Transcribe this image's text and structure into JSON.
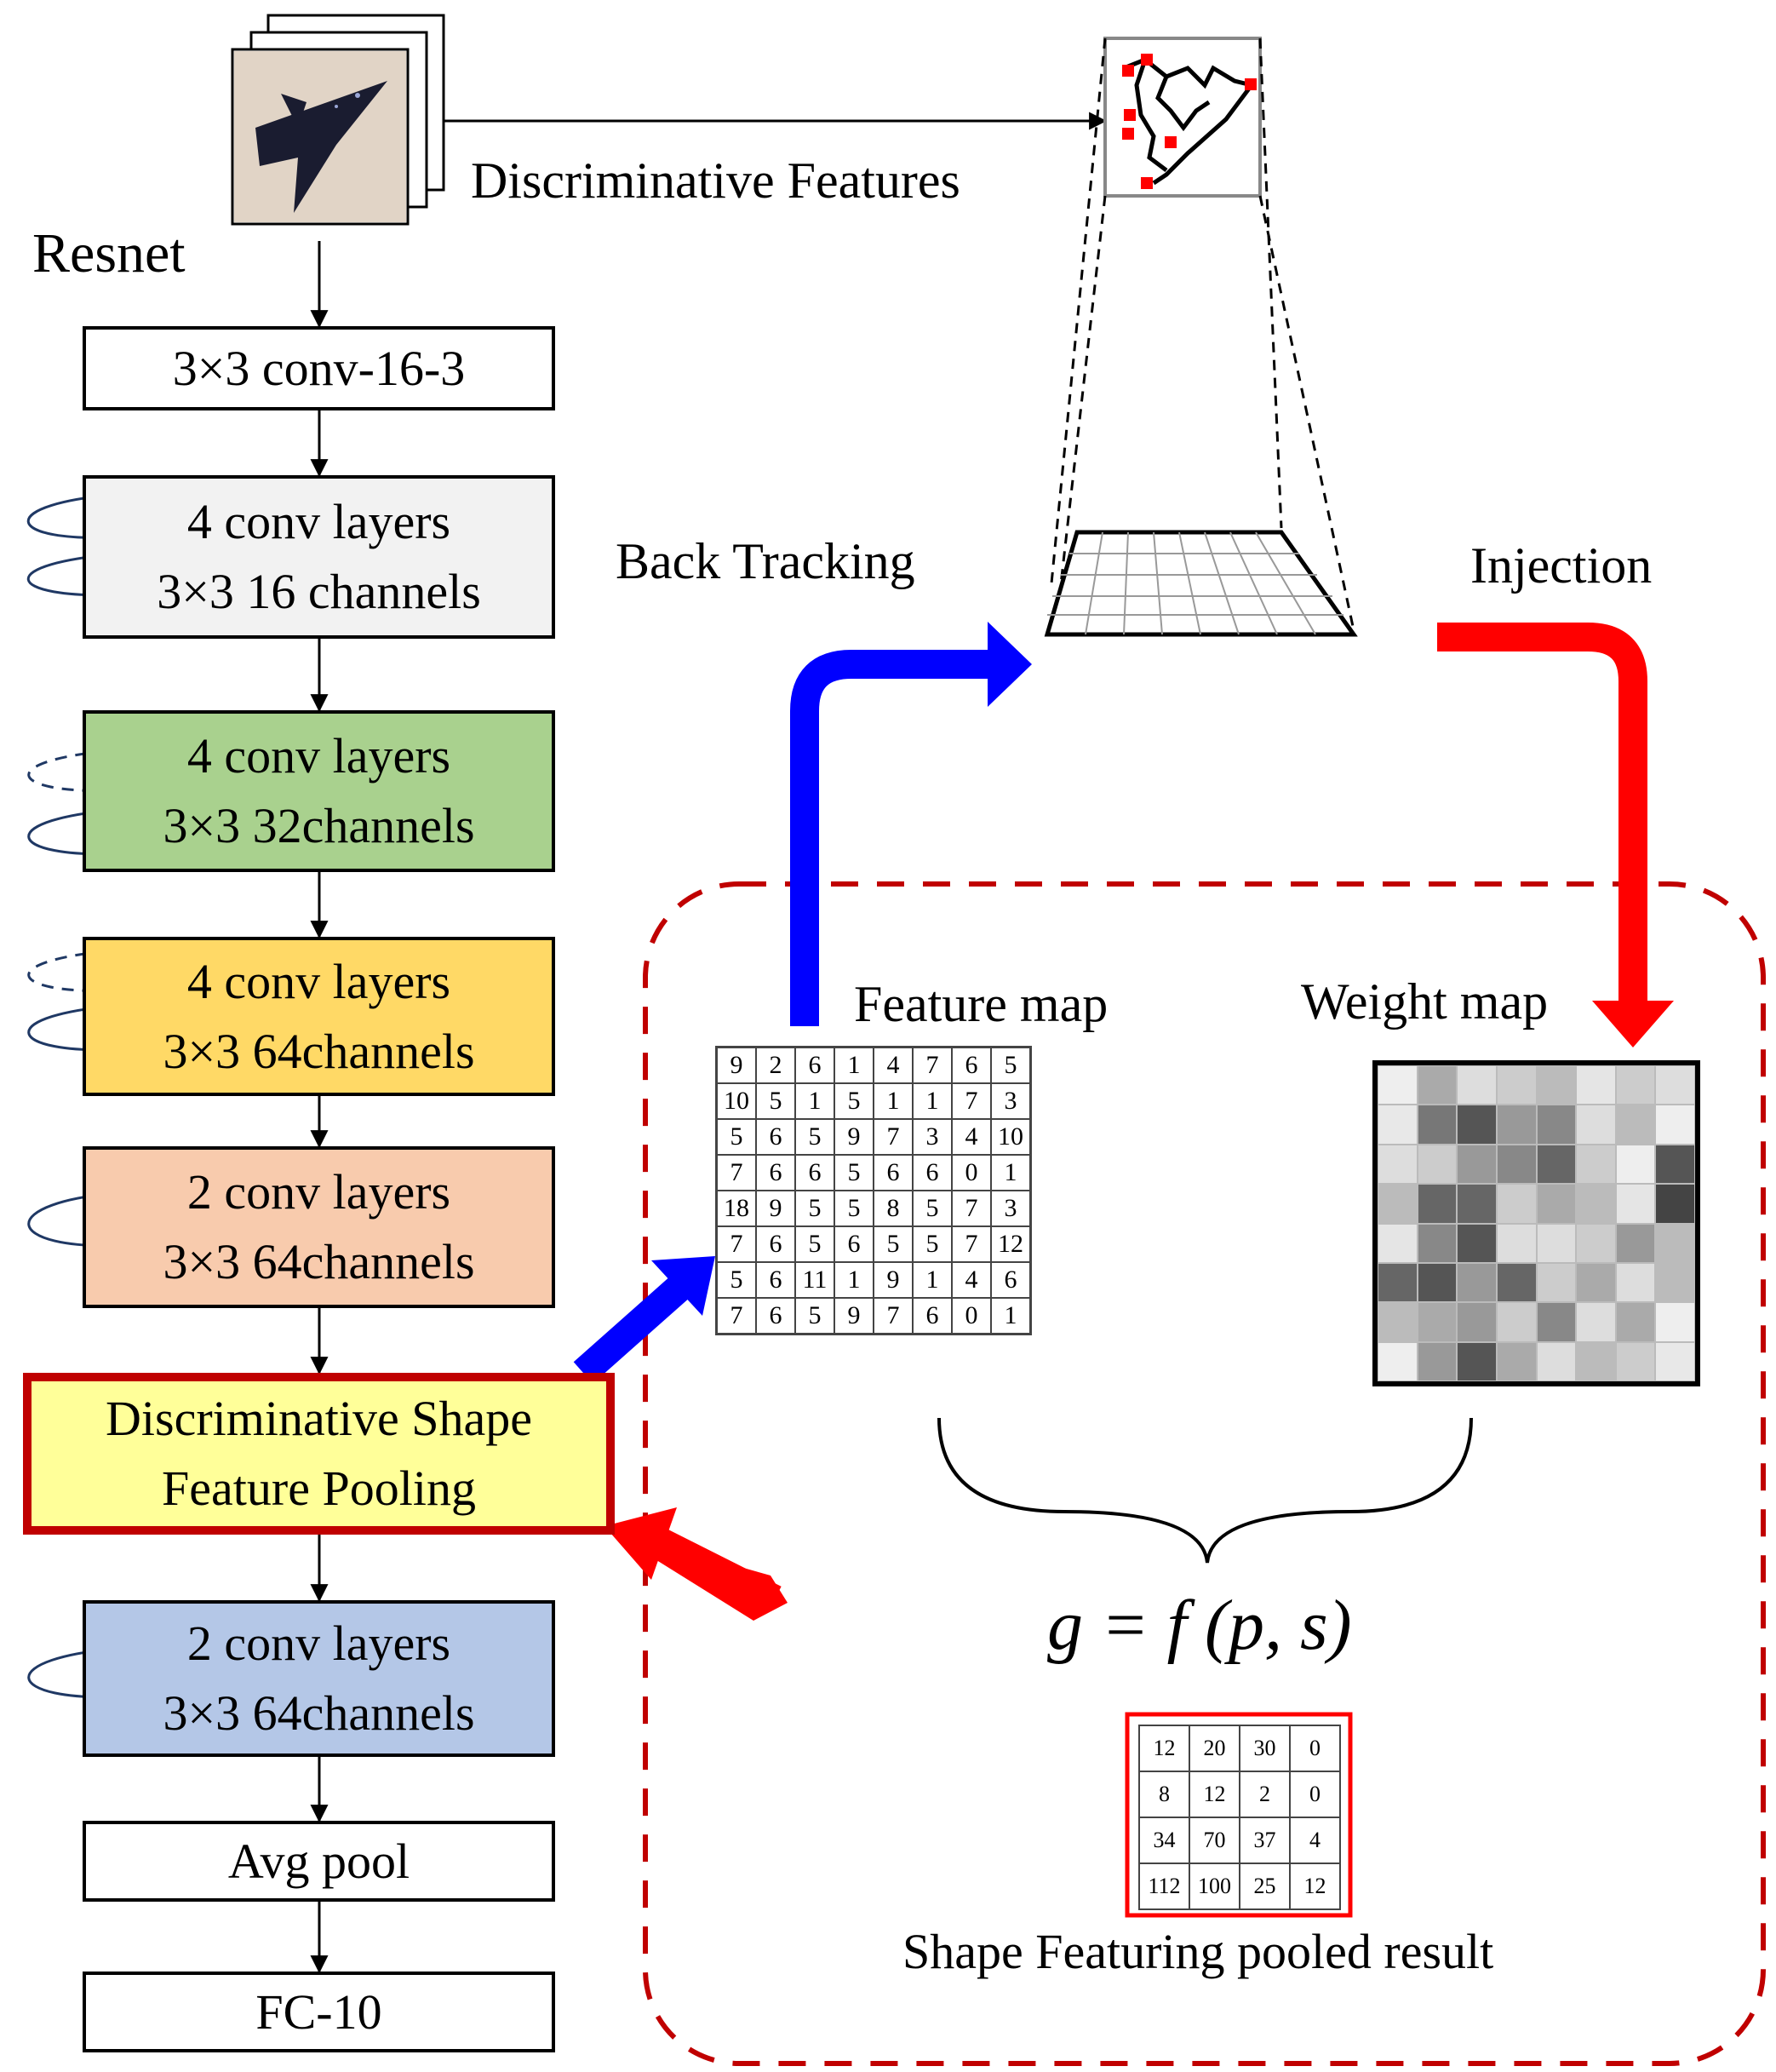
{
  "resnet_label": "Resnet",
  "discriminative_features_label": "Discriminative Features",
  "back_tracking_label": "Back Tracking",
  "injection_label": "Injection",
  "layers": [
    {
      "lines": [
        "3×3 conv-16-3"
      ],
      "color": "#ffffff"
    },
    {
      "lines": [
        "4 conv layers",
        "3×3 16 channels"
      ],
      "color": "#f2f2f2"
    },
    {
      "lines": [
        "4 conv layers",
        "3×3 32channels"
      ],
      "color": "#a9d18e"
    },
    {
      "lines": [
        "4 conv layers",
        "3×3 64channels"
      ],
      "color": "#ffd966"
    },
    {
      "lines": [
        "2 conv layers",
        "3×3 64channels"
      ],
      "color": "#f8cbad"
    },
    {
      "lines": [
        "Discriminative Shape",
        "Feature Pooling"
      ],
      "color": "#ffff99",
      "border": "#c00000"
    },
    {
      "lines": [
        "2 conv layers",
        "3×3 64channels"
      ],
      "color": "#b4c7e7"
    },
    {
      "lines": [
        "Avg pool"
      ],
      "color": "#ffffff"
    },
    {
      "lines": [
        "FC-10"
      ],
      "color": "#ffffff"
    }
  ],
  "feature_map": {
    "title": "Feature map",
    "values": [
      [
        "9",
        "2",
        "6",
        "1",
        "4",
        "7",
        "6",
        "5"
      ],
      [
        "10",
        "5",
        "1",
        "5",
        "1",
        "1",
        "7",
        "3"
      ],
      [
        "5",
        "6",
        "5",
        "9",
        "7",
        "3",
        "4",
        "10"
      ],
      [
        "7",
        "6",
        "6",
        "5",
        "6",
        "6",
        "0",
        "1"
      ],
      [
        "18",
        "9",
        "5",
        "5",
        "8",
        "5",
        "7",
        "3"
      ],
      [
        "7",
        "6",
        "5",
        "6",
        "5",
        "5",
        "7",
        "12"
      ],
      [
        "5",
        "6",
        "11",
        "1",
        "9",
        "1",
        "4",
        "6"
      ],
      [
        "7",
        "6",
        "5",
        "9",
        "7",
        "6",
        "0",
        "1"
      ]
    ]
  },
  "weight_map": {
    "title": "Weight map",
    "shades": [
      [
        "#eeeeee",
        "#aaaaaa",
        "#dddddd",
        "#cccccc",
        "#bbbbbb",
        "#e5e5e5",
        "#cccccc",
        "#dddddd"
      ],
      [
        "#e8e8e8",
        "#777777",
        "#555555",
        "#999999",
        "#888888",
        "#dddddd",
        "#bbbbbb",
        "#eeeeee"
      ],
      [
        "#dddddd",
        "#cccccc",
        "#999999",
        "#888888",
        "#666666",
        "#cccccc",
        "#eeeeee",
        "#555555"
      ],
      [
        "#bbbbbb",
        "#666666",
        "#666666",
        "#cccccc",
        "#aaaaaa",
        "#bbbbbb",
        "#e5e5e5",
        "#444444"
      ],
      [
        "#e5e5e5",
        "#888888",
        "#555555",
        "#dddddd",
        "#dddddd",
        "#cccccc",
        "#999999",
        "#bbbbbb"
      ],
      [
        "#666666",
        "#555555",
        "#999999",
        "#666666",
        "#cccccc",
        "#aaaaaa",
        "#dddddd",
        "#bbbbbb"
      ],
      [
        "#bbbbbb",
        "#aaaaaa",
        "#999999",
        "#cccccc",
        "#888888",
        "#dddddd",
        "#aaaaaa",
        "#eeeeee"
      ],
      [
        "#eeeeee",
        "#999999",
        "#555555",
        "#aaaaaa",
        "#dddddd",
        "#bbbbbb",
        "#cccccc",
        "#e8e8e8"
      ]
    ]
  },
  "formula": "g = f (p, s)",
  "pooled_result": {
    "caption": "Shape Featuring pooled result",
    "values": [
      [
        "12",
        "20",
        "30",
        "0"
      ],
      [
        "8",
        "12",
        "2",
        "0"
      ],
      [
        "34",
        "70",
        "37",
        "4"
      ],
      [
        "112",
        "100",
        "25",
        "12"
      ]
    ]
  },
  "colors": {
    "back_tracking_arrow": "#0000ff",
    "injection_arrow": "#ff0000",
    "dashed_region": "#c00000",
    "loop_arrow": "#1f3864"
  }
}
